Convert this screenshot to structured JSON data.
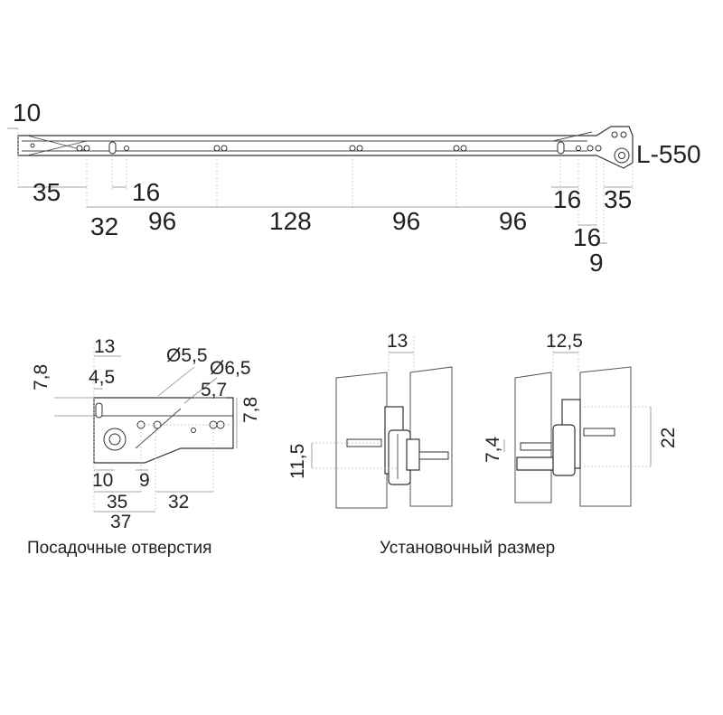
{
  "slide": {
    "length_label": "L-550",
    "dims_top": {
      "front_offset": "10"
    },
    "dims_row1": {
      "a": "35",
      "b": "16",
      "c": "16",
      "d": "35"
    },
    "dims_row2": {
      "a": "32",
      "b": "96",
      "c": "128",
      "d": "96",
      "e": "96"
    },
    "dims_row3": {
      "a": "16"
    },
    "dims_row4": {
      "a": "9"
    }
  },
  "holes_detail": {
    "caption": "Посадочные отверстия",
    "dims": {
      "d13": "13",
      "d4_5": "4,5",
      "d7_8_left": "7,8",
      "d5_5": "Ø5,5",
      "d6_5": "Ø6,5",
      "d5_7": "5,7",
      "d7_8_right": "7,8",
      "d10": "10",
      "d9": "9",
      "d35": "35",
      "d32": "32",
      "d37": "37"
    }
  },
  "install_detail": {
    "caption": "Установочный размер",
    "left": {
      "top": "13",
      "side": "11,5"
    },
    "right": {
      "top": "12,5",
      "side_left": "7,4",
      "side_right": "22"
    }
  }
}
